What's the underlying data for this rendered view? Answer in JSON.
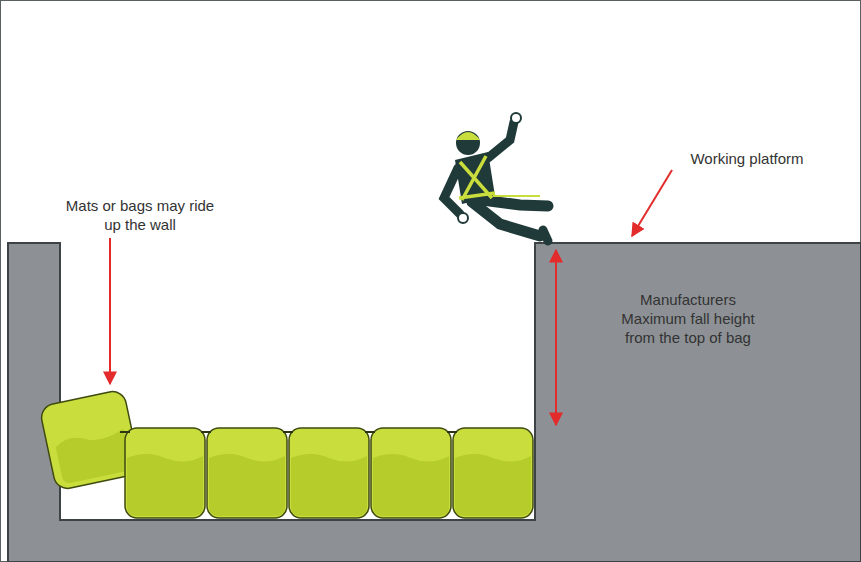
{
  "diagram": {
    "labels": [
      "Mats or bags may ride up the wall",
      "Working platform",
      "Manufacturers Maximum fall height from the top of bag"
    ]
  }
}
